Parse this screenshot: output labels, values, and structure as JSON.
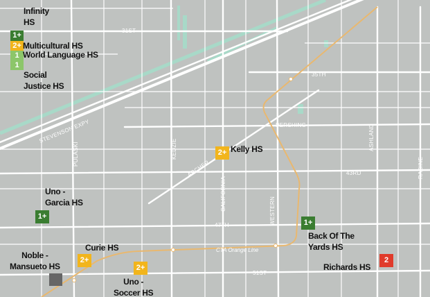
{
  "legend_colors": {
    "dark_green": "#3a7d31",
    "yellow": "#f2b51c",
    "light_green": "#8cc66a",
    "red": "#e03b2b",
    "gray": "#666666",
    "road": "#ffffff",
    "rail": "#e9b86f",
    "water": "#a8d9c8",
    "background": "#bfc2c0"
  },
  "streets": {
    "s31st": "31ST",
    "s35th": "35TH",
    "pershing": "PERSHING",
    "s43rd": "43RD",
    "s47th": "47TH",
    "s51st": "51ST",
    "stevenson": "STEVENSON EXPY",
    "pulaski": "PULASKI",
    "kedzie": "KEDZIE",
    "archer": "ARCHER",
    "california": "CALIFORNIA",
    "western": "WESTERN",
    "ashland": "ASHLAND",
    "racine": "RACINE"
  },
  "transit": {
    "orange_line": "CTA Orange Line"
  },
  "schools": [
    {
      "name": "Infinity\nHS",
      "rating": "1+",
      "icon": "rating-badge"
    },
    {
      "name": "Multicultural HS",
      "rating": "2+",
      "icon": "rating-badge"
    },
    {
      "name": "World Language HS",
      "rating": "1",
      "icon": "rating-badge"
    },
    {
      "name": "Social\nJustice HS",
      "rating": "1",
      "icon": "rating-badge"
    },
    {
      "name": "Kelly HS",
      "rating": "2+",
      "icon": "rating-badge"
    },
    {
      "name": "Uno -\nGarcia HS",
      "rating": "1+",
      "icon": "rating-badge"
    },
    {
      "name": "Back Of The\nYards HS",
      "rating": "1+",
      "icon": "rating-badge"
    },
    {
      "name": "Curie HS",
      "rating": "2+",
      "icon": "rating-badge"
    },
    {
      "name": "Noble -\nMansueto HS",
      "rating": "",
      "icon": "gray-square"
    },
    {
      "name": "Uno -\nSoccer HS",
      "rating": "2+",
      "icon": "rating-badge"
    },
    {
      "name": "Richards HS",
      "rating": "2",
      "icon": "rating-badge"
    }
  ]
}
